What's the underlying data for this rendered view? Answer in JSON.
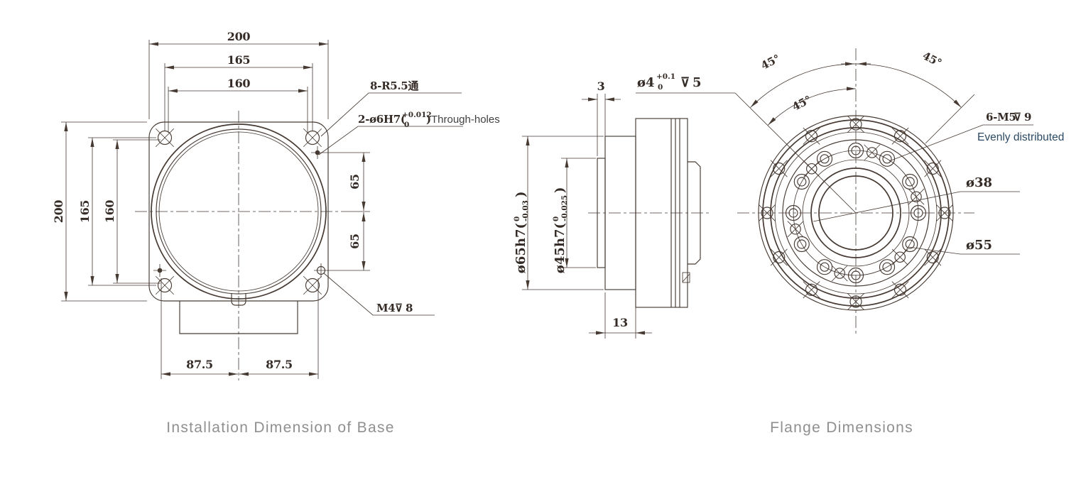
{
  "captions": {
    "left": "Installation Dimension of Base",
    "right": "Flange Dimensions"
  },
  "colors": {
    "line": "#463a33",
    "dim_text": "#352b26",
    "caption": "#8f8f8f",
    "note_blue": "#2c4a63"
  },
  "base_view": {
    "dims": {
      "top_width_outer": "200",
      "top_width_mid": "165",
      "top_width_inner": "160",
      "left_height_outer": "200",
      "left_height_mid": "165",
      "left_height_inner": "160",
      "right_upper_offset": "65",
      "right_lower_offset": "65",
      "bottom_left_half": "87.5",
      "bottom_right_half": "87.5"
    },
    "annotations": {
      "slot_holes_label": "8-R5.5通",
      "dowel_holes": {
        "prefix": "2-ø6H7(",
        "tol_top": "+0.012",
        "tol_bot": "0",
        "close": ")",
        "label": "Through-holes"
      },
      "tapped_hole": {
        "label": "M4",
        "depth_symbol": "⊽",
        "depth": "8"
      }
    }
  },
  "side_view": {
    "dims": {
      "plate_thickness": "3",
      "hub_width": "13",
      "outer_dia": {
        "prefix": "ø65h7(",
        "tol_top": "0",
        "tol_bot": "-0.03",
        "close": ")"
      },
      "pilot_dia": {
        "prefix": "ø45h7(",
        "tol_top": "0",
        "tol_bot": "-0.025",
        "close": ")"
      }
    }
  },
  "flange_view": {
    "pin_hole": {
      "prefix": "ø4",
      "tol_top": "+0.1",
      "tol_bot": "0",
      "depth_symbol": "⊽",
      "depth": "5"
    },
    "angles": {
      "left": "45°",
      "right": "45°",
      "inner": "45°"
    },
    "tapped_holes": {
      "label": "6-M5",
      "depth_symbol": "⊽",
      "depth": "9",
      "note": "Evenly distributed"
    },
    "bore_dia": "ø38",
    "bolt_circle_dia": "ø55"
  }
}
